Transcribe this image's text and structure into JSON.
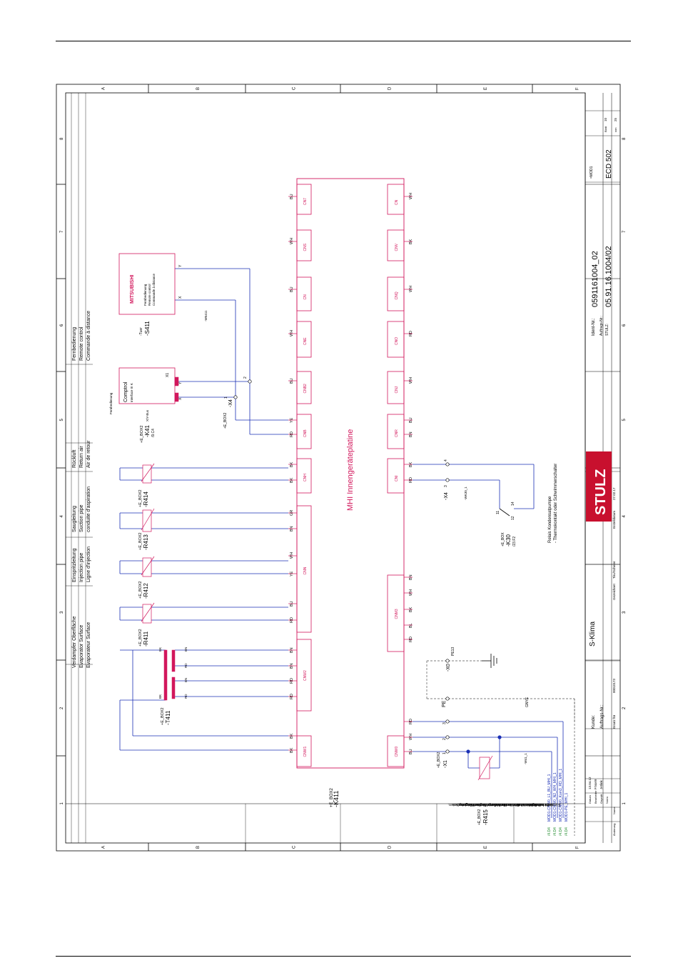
{
  "grid": {
    "rows": [
      "A",
      "B",
      "C",
      "D",
      "E",
      "F"
    ],
    "cols": [
      "1",
      "2",
      "3",
      "4",
      "5",
      "6",
      "7",
      "8"
    ]
  },
  "legend": {
    "row1": [
      "Verdampfer Oberfläche",
      "Evaporator Surface",
      "Evaporateur Surface"
    ],
    "row2": [
      "Einspritzleitung",
      "Injection pipe",
      "Ligne d'injection"
    ],
    "row3": [
      "Saugleitung",
      "Suction pipe",
      "conduite d'aspiration"
    ],
    "row4": [
      "Rückluft",
      "Return air",
      "Air de retour"
    ],
    "row5": [
      "Fernbedienung",
      "Remote control",
      "Commande à distance"
    ]
  },
  "board": {
    "title": "MHI Innengeräteplatine",
    "tag_prefix": "+E_BOX2",
    "tag": "-K411",
    "left_connectors": [
      {
        "name": "CNW1",
        "pins": [
          "BK",
          "BK"
        ]
      },
      {
        "name": "CNW2",
        "pins": [
          "RD",
          "RD",
          "BN",
          "BN"
        ]
      },
      {
        "name": "CNN",
        "pins": [
          "RD",
          "BU",
          "YE",
          "WH",
          "BN",
          "GR"
        ]
      },
      {
        "name": "CNH",
        "pins": [
          "BK",
          "BK"
        ]
      },
      {
        "name": "CNB",
        "pins": [
          "RD",
          "YE"
        ]
      },
      {
        "name": "CNB2",
        "pins": [
          "BU"
        ]
      },
      {
        "name": "CNE",
        "pins": [
          "WH"
        ]
      },
      {
        "name": "CN",
        "pins": [
          "BU"
        ]
      },
      {
        "name": "CNS",
        "pins": [
          "WH"
        ]
      },
      {
        "name": "CN7",
        "pins": [
          "BU"
        ]
      }
    ],
    "right_connectors": [
      {
        "name": "CNW0",
        "pins": [
          "BU",
          "WH",
          "RD"
        ]
      },
      {
        "name": "CNM3",
        "pins": [
          "RD",
          "BL",
          "BK",
          "WH",
          "BN"
        ]
      },
      {
        "name": "CNI",
        "pins": [
          "RD",
          "BK"
        ]
      },
      {
        "name": "CNR",
        "pins": [
          "BN",
          "BU"
        ]
      },
      {
        "name": "CNJ",
        "pins": [
          "WH"
        ]
      },
      {
        "name": "CNO",
        "pins": [
          "RD"
        ]
      },
      {
        "name": "CNQ",
        "pins": [
          "WH"
        ]
      },
      {
        "name": "CNV",
        "pins": [
          "BK"
        ]
      },
      {
        "name": "CN",
        "pins": [
          "WH"
        ]
      }
    ]
  },
  "components": {
    "t411": {
      "prefix": "+E_BOX2",
      "tag": "-T411",
      "pins": [
        "BK",
        "BK",
        "BN",
        "RD",
        "BN",
        "RD"
      ]
    },
    "r411": {
      "prefix": "+E_BOX2",
      "tag": "-R411"
    },
    "r412": {
      "prefix": "+E_BOX2",
      "tag": "-R412"
    },
    "r413": {
      "prefix": "+E_BOX2",
      "tag": "-R413"
    },
    "r414": {
      "prefix": "+E_BOX2",
      "tag": "-R414"
    },
    "k41": {
      "prefix": "+E_BOX2",
      "tag": "-K41",
      "ref": "/9.C4",
      "header": "Fernbedienung",
      "name": "Comptrol",
      "sub": "Interface III K",
      "bus": "X/Y-Bus",
      "x1": "X1",
      "x": "X",
      "y": "Y"
    },
    "s411": {
      "prefix": "-Tuer",
      "tag": "-S411",
      "brand": "MITSUBISHI",
      "lines": [
        "Fernbedienung",
        "Remote control",
        "Commande à distance"
      ],
      "x": "X",
      "y": "Y",
      "cable": "-W5411"
    },
    "x4a": {
      "prefix": "+E_BOX2",
      "tag": "-X4",
      "pins": [
        "1",
        "2"
      ]
    },
    "x4b": {
      "tag": "-X4",
      "pins": [
        "3",
        "4"
      ]
    },
    "k30": {
      "prefix": "+E_BOX",
      "tag": "-K30",
      "ref": "/23.F2",
      "pins": [
        "11",
        "12",
        "14"
      ],
      "cable": "-WK30_1"
    },
    "relay_note": [
      "Relais Kondensatpumpe",
      "- Thermokontakt oder Schwimmerschalter"
    ],
    "x0": {
      "tag": "-X0",
      "pin": "PE13"
    },
    "pe": "PE",
    "gnye": "GNYE",
    "x1": {
      "prefix": "+E_BOX2",
      "tag": "-X1",
      "pins": [
        "1",
        "2",
        "3"
      ],
      "cable": "-W41_1"
    },
    "r415": {
      "prefix": "+E_BOX2",
      "tag": "-R415"
    },
    "refs": [
      {
        "col": "/4.D4",
        "label": "MOD1-CNW0_L1_BU_MHI_1"
      },
      {
        "col": "/4.D4",
        "label": "MOD1-CNW0_N2_WH_MHI_1"
      },
      {
        "col": "/4.D4",
        "label": "MOD1-CNW0_Kom3_RD_MHI_1"
      },
      {
        "col": "/4.D4",
        "label": "MOD1-PE_MHI_1"
      }
    ]
  },
  "title_block": {
    "copyright": [
      "Für dieses Dokument und den darin dargestellten Gegen-",
      "stand behalten wir uns alle Rechte vor. Vervielfältigung,",
      "Bekanntgabe an Dritte oder Verwertung seines Inhaltes",
      "sind ohne unsere ausdrückliche Zustimmung verboten.",
      "© STULZ Klimatechnik GmbH"
    ],
    "date_label": "Datum",
    "date": "13.04.12",
    "bearb_label": "Bearbeiter",
    "bearb": "P.Noé9",
    "gepr_label": "Geprüft",
    "gepr": "Jetlink",
    "norm_label": "Norm",
    "aend_label": "Änderung",
    "name_label": "Name",
    "kunde_label": "Kunde:",
    "kunde": "S-Klima",
    "auftrag_label": "Auftrags-Nr.:",
    "ersatz_label": "Ersatz für",
    "ersatz": "00010173",
    "gezeichnet_label": "Gezeichnet",
    "gezeichnet": "Tiru/Scherer",
    "erstelldatum_label": "Erstelldatum",
    "erstelldatum": "27.02.17",
    "logo": "STULZ",
    "ident_label": "Ident-Nr.:",
    "ident": "0591161004_02",
    "auftrags_label": "Auftrags-Nr.:",
    "stulz_label": "STULZ:",
    "auftrags": "05.91.16.1004/02",
    "mod": "=MOD1",
    "model": "ECD 502",
    "blatt_label": "Blatt",
    "blatt": "10",
    "von_label": "von",
    "von": "25"
  }
}
